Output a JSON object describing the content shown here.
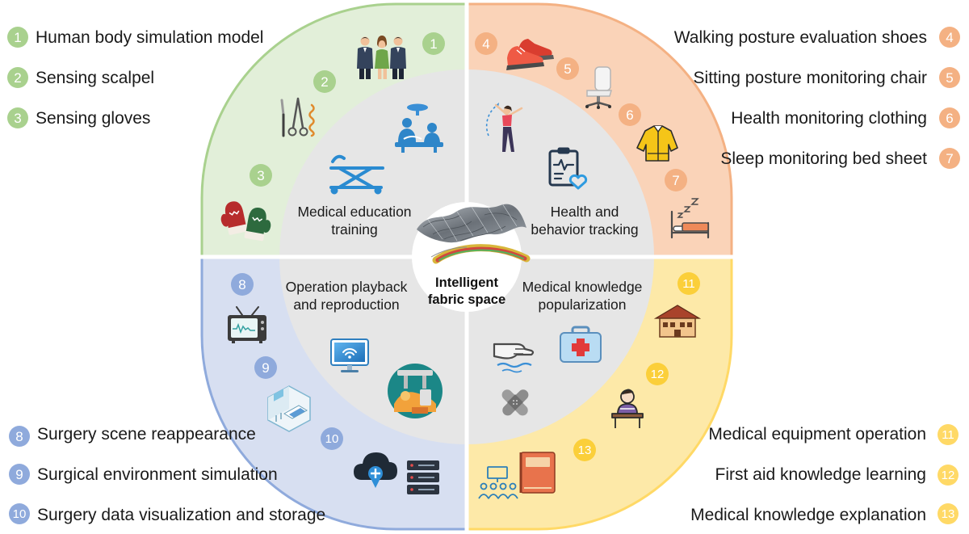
{
  "center": {
    "lines": [
      "Intelligent",
      "fabric space"
    ]
  },
  "sectors": {
    "top_left": {
      "lines": [
        "Medical education",
        "training"
      ]
    },
    "top_right": {
      "lines": [
        "Health and",
        "behavior tracking"
      ]
    },
    "bottom_left": {
      "lines": [
        "Operation playback",
        "and reproduction"
      ]
    },
    "bottom_right": {
      "lines": [
        "Medical knowledge",
        "popularization"
      ]
    }
  },
  "legend": {
    "top_left": [
      {
        "number": "1",
        "label": "Human body simulation model"
      },
      {
        "number": "2",
        "label": "Sensing scalpel"
      },
      {
        "number": "3",
        "label": "Sensing gloves"
      }
    ],
    "top_right": [
      {
        "number": "4",
        "label": "Walking posture evaluation shoes"
      },
      {
        "number": "5",
        "label": "Sitting posture monitoring chair"
      },
      {
        "number": "6",
        "label": "Health monitoring clothing"
      },
      {
        "number": "7",
        "label": "Sleep monitoring bed sheet"
      }
    ],
    "bottom_left": [
      {
        "number": "8",
        "label": "Surgery scene reappearance"
      },
      {
        "number": "9",
        "label": "Surgical environment simulation"
      },
      {
        "number": "10",
        "label": "Surgery data visualization and storage"
      }
    ],
    "bottom_right": [
      {
        "number": "11",
        "label": "Medical equipment operation"
      },
      {
        "number": "12",
        "label": "First aid knowledge learning"
      },
      {
        "number": "13",
        "label": "Medical knowledge explanation"
      }
    ]
  },
  "colors": {
    "green": {
      "fill": "#e2efd9",
      "edge": "#a9d18e",
      "badge": "#a9d18e"
    },
    "orange": {
      "fill": "#fad3b8",
      "edge": "#f4b183",
      "badge": "#f4b183"
    },
    "blue": {
      "fill": "#d7dff1",
      "edge": "#8faadc",
      "badge": "#8faadc"
    },
    "yellow": {
      "fill": "#fde9a8",
      "edge": "#ffd966",
      "badge": "#fbcf3a"
    },
    "inner": "#e6e6e6"
  },
  "icons": {
    "outer_ring": [
      "human-figures-icon",
      "surgical-tools-icon",
      "mittens-icon",
      "running-shoes-icon",
      "office-chair-icon",
      "jacket-icon",
      "sleep-bed-icon",
      "tv-monitor-icon",
      "hospital-room-icon",
      "cloud-upload-icon",
      "server-stack-icon",
      "school-building-icon",
      "student-desk-icon",
      "classroom-icon",
      "book-icon"
    ],
    "inner_ring": [
      "surgeons-operating-icon",
      "stretcher-icon",
      "exercising-woman-icon",
      "health-clipboard-icon",
      "wifi-monitor-icon",
      "surgical-robot-icon",
      "hand-scanner-icon",
      "first-aid-kit-icon",
      "bandage-icon"
    ],
    "center": [
      "smart-fabric-icon"
    ]
  }
}
